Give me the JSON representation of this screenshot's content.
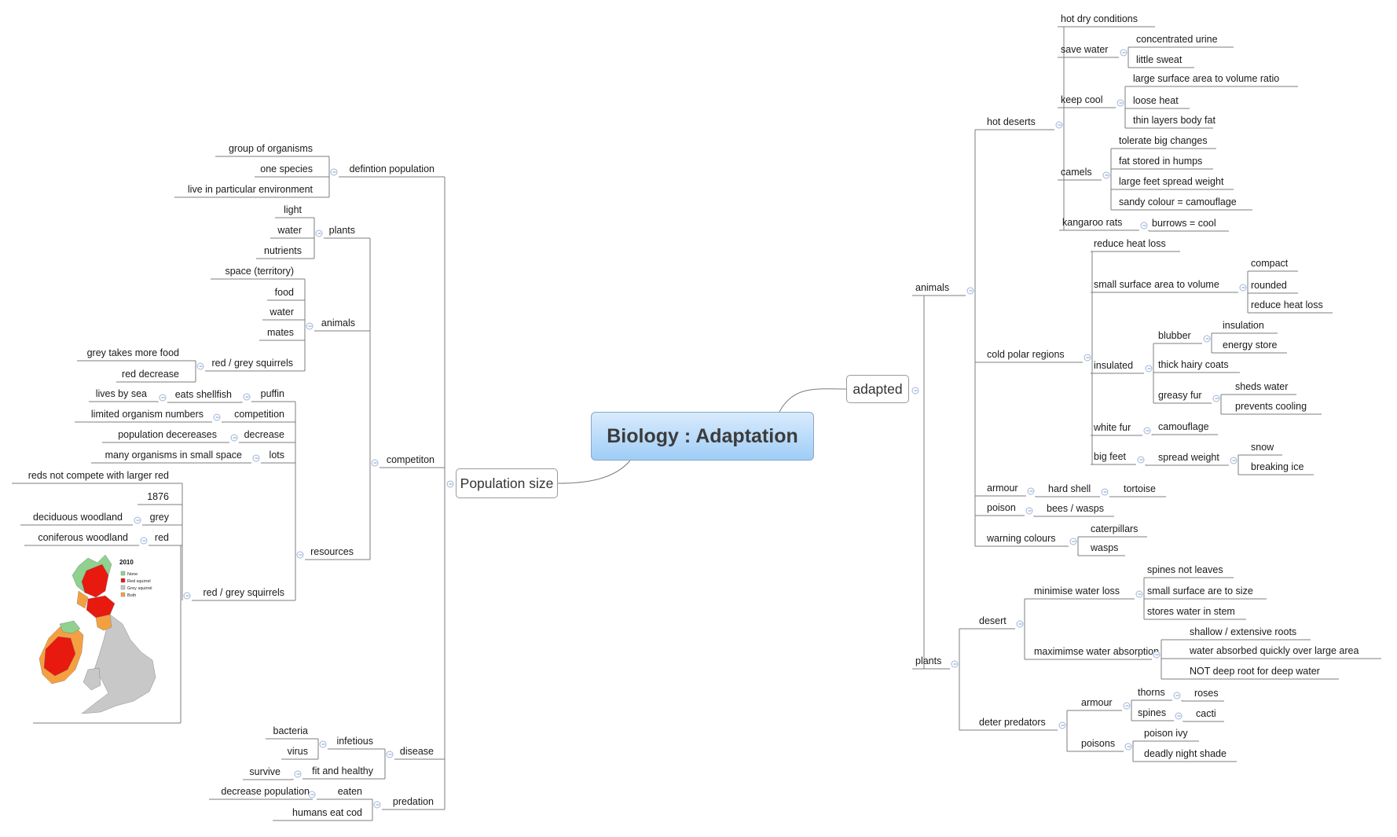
{
  "root": "Biology : Adaptation",
  "left": {
    "label": "Population size",
    "children": [
      {
        "label": "defintion population",
        "children": [
          {
            "label": "group of organisms"
          },
          {
            "label": "one species"
          },
          {
            "label": "live in particular environment"
          }
        ]
      },
      {
        "label": "competiton",
        "children": [
          {
            "label": "plants",
            "children": [
              {
                "label": "light"
              },
              {
                "label": "water"
              },
              {
                "label": "nutrients"
              }
            ]
          },
          {
            "label": "animals",
            "children": [
              {
                "label": "space (territory)"
              },
              {
                "label": "food"
              },
              {
                "label": "water"
              },
              {
                "label": "mates"
              },
              {
                "label": "red / grey squirrels",
                "children": [
                  {
                    "label": "grey takes more food"
                  },
                  {
                    "label": "red decrease"
                  }
                ]
              }
            ]
          },
          {
            "label": "resources",
            "children": [
              {
                "label": "puffin",
                "children": [
                  {
                    "label": "eats shellfish",
                    "children": [
                      {
                        "label": "lives by sea"
                      }
                    ]
                  }
                ]
              },
              {
                "label": "competition",
                "children": [
                  {
                    "label": "limited organism numbers"
                  }
                ]
              },
              {
                "label": "decrease",
                "children": [
                  {
                    "label": "population decereases"
                  }
                ]
              },
              {
                "label": "lots",
                "children": [
                  {
                    "label": "many organisms in small space"
                  }
                ]
              },
              {
                "label": "red / grey squirrels",
                "children": [
                  {
                    "label": "reds not compete with larger red"
                  },
                  {
                    "label": "1876"
                  },
                  {
                    "label": "grey",
                    "children": [
                      {
                        "label": "deciduous woodland"
                      }
                    ]
                  },
                  {
                    "label": "red",
                    "children": [
                      {
                        "label": "coniferous woodland"
                      }
                    ]
                  }
                ]
              }
            ]
          }
        ]
      },
      {
        "label": "disease",
        "children": [
          {
            "label": "infetious",
            "children": [
              {
                "label": "bacteria"
              },
              {
                "label": "virus"
              }
            ]
          },
          {
            "label": "fit and healthy",
            "children": [
              {
                "label": "survive"
              }
            ]
          }
        ]
      },
      {
        "label": "predation",
        "children": [
          {
            "label": "eaten",
            "children": [
              {
                "label": "decrease population"
              }
            ]
          },
          {
            "label": "humans eat cod"
          }
        ]
      }
    ]
  },
  "map": {
    "year": "2010",
    "legend": [
      "None",
      "Red squirrel",
      "Grey squirrel",
      "Both"
    ],
    "colors": {
      "none": "#8fd18f",
      "red": "#e8190f",
      "grey": "#c8c8c8",
      "both": "#f5a040"
    }
  },
  "right": {
    "label": "adapted",
    "children": [
      {
        "label": "animals",
        "children": [
          {
            "label": "hot deserts",
            "children": [
              {
                "label": "hot dry conditions"
              },
              {
                "label": "save water",
                "children": [
                  {
                    "label": "concentrated urine"
                  },
                  {
                    "label": "little sweat"
                  }
                ]
              },
              {
                "label": "keep cool",
                "children": [
                  {
                    "label": "large surface area to volume ratio"
                  },
                  {
                    "label": "loose heat"
                  },
                  {
                    "label": "thin layers body fat"
                  }
                ]
              },
              {
                "label": "camels",
                "children": [
                  {
                    "label": "tolerate big changes"
                  },
                  {
                    "label": "fat stored in humps"
                  },
                  {
                    "label": "large feet spread weight"
                  },
                  {
                    "label": "sandy colour = camouflage"
                  }
                ]
              },
              {
                "label": "kangaroo rats",
                "children": [
                  {
                    "label": "burrows = cool"
                  }
                ]
              }
            ]
          },
          {
            "label": "cold polar regions",
            "children": [
              {
                "label": "reduce heat loss"
              },
              {
                "label": "small surface area to volume",
                "children": [
                  {
                    "label": "compact"
                  },
                  {
                    "label": "rounded"
                  },
                  {
                    "label": "reduce heat loss"
                  }
                ]
              },
              {
                "label": "insulated",
                "children": [
                  {
                    "label": "blubber",
                    "children": [
                      {
                        "label": "insulation"
                      },
                      {
                        "label": "energy store"
                      }
                    ]
                  },
                  {
                    "label": "thick hairy coats"
                  },
                  {
                    "label": "greasy fur",
                    "children": [
                      {
                        "label": "sheds water"
                      },
                      {
                        "label": "prevents cooling"
                      }
                    ]
                  }
                ]
              },
              {
                "label": "white fur",
                "children": [
                  {
                    "label": "camouflage"
                  }
                ]
              },
              {
                "label": "big feet",
                "children": [
                  {
                    "label": "spread weight",
                    "children": [
                      {
                        "label": "snow"
                      },
                      {
                        "label": "breaking ice"
                      }
                    ]
                  }
                ]
              }
            ]
          },
          {
            "label": "armour",
            "children": [
              {
                "label": "hard shell",
                "children": [
                  {
                    "label": "tortoise"
                  }
                ]
              }
            ]
          },
          {
            "label": "poison",
            "children": [
              {
                "label": "bees / wasps"
              }
            ]
          },
          {
            "label": "warning colours",
            "children": [
              {
                "label": "caterpillars"
              },
              {
                "label": "wasps"
              }
            ]
          }
        ]
      },
      {
        "label": "plants",
        "children": [
          {
            "label": "desert",
            "children": [
              {
                "label": "minimise water loss",
                "children": [
                  {
                    "label": "spines not leaves"
                  },
                  {
                    "label": "small surface are to size"
                  },
                  {
                    "label": "stores water in stem"
                  }
                ]
              },
              {
                "label": "maximimse water absorption",
                "children": [
                  {
                    "label": "shallow / extensive roots"
                  },
                  {
                    "label": "water absorbed quickly over large area"
                  },
                  {
                    "label": "NOT deep root for deep water"
                  }
                ]
              }
            ]
          },
          {
            "label": "deter predators",
            "children": [
              {
                "label": "armour",
                "children": [
                  {
                    "label": "thorns",
                    "children": [
                      {
                        "label": "roses"
                      }
                    ]
                  },
                  {
                    "label": "spines",
                    "children": [
                      {
                        "label": "cacti"
                      }
                    ]
                  }
                ]
              },
              {
                "label": "poisons",
                "children": [
                  {
                    "label": "poison ivy"
                  },
                  {
                    "label": "deadly night shade"
                  }
                ]
              }
            ]
          }
        ]
      }
    ]
  }
}
